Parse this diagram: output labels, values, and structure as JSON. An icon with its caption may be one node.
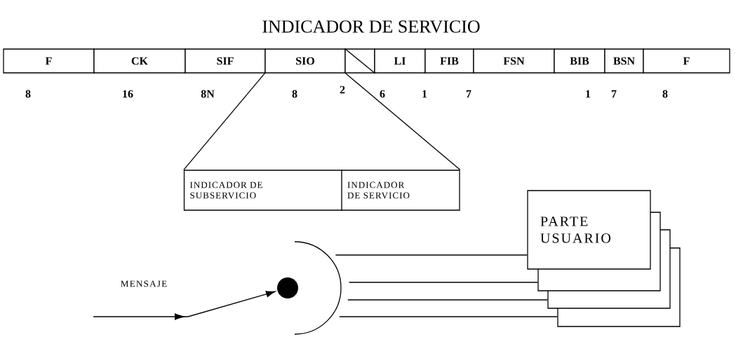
{
  "diagram": {
    "title": "INDICADOR DE SERVICIO",
    "nodes": [
      {
        "text": [
          "F"
        ]
      },
      {
        "text": [
          "CK"
        ]
      },
      {
        "text": [
          "SIF"
        ]
      },
      {
        "text": [
          "SIO"
        ]
      },
      {
        "text": [],
        "shape": "box"
      },
      {
        "text": [
          "LI"
        ]
      },
      {
        "text": [
          "FIB"
        ]
      },
      {
        "text": [
          "FSN"
        ]
      },
      {
        "text": [
          "BIB"
        ]
      },
      {
        "text": [
          "BSN"
        ]
      },
      {
        "text": [
          "F"
        ]
      },
      {
        "text": [
          "INDICADOR DE SUBSERVICIO"
        ]
      },
      {
        "text": [
          "INDICADOR DE SERVICIO"
        ]
      },
      {
        "text": [
          "PARTE USUARIO"
        ]
      },
      {
        "text": [],
        "shape": "box"
      },
      {
        "text": [],
        "shape": "box"
      },
      {
        "text": [],
        "shape": "box"
      },
      {
        "text": [],
        "shape": "circle"
      },
      {
        "text": [],
        "shape": "semicircle"
      }
    ],
    "edges": [
      {
        "from": 3,
        "to": 11,
        "arrow": "none"
      },
      {
        "from": 3,
        "to": 12,
        "arrow": "none"
      },
      {
        "from": null,
        "to": 17,
        "arrow": "to"
      },
      {
        "from": 18,
        "to": 13,
        "arrow": "none"
      },
      {
        "from": 18,
        "to": 14,
        "arrow": "none"
      },
      {
        "from": 18,
        "to": 15,
        "arrow": "none"
      },
      {
        "from": 18,
        "to": 16,
        "arrow": "none"
      }
    ],
    "labels": [
      "8",
      "16",
      "8N",
      "8",
      "2",
      "6",
      "1",
      "7",
      "1",
      "7",
      "8",
      "MENSAJE"
    ]
  }
}
